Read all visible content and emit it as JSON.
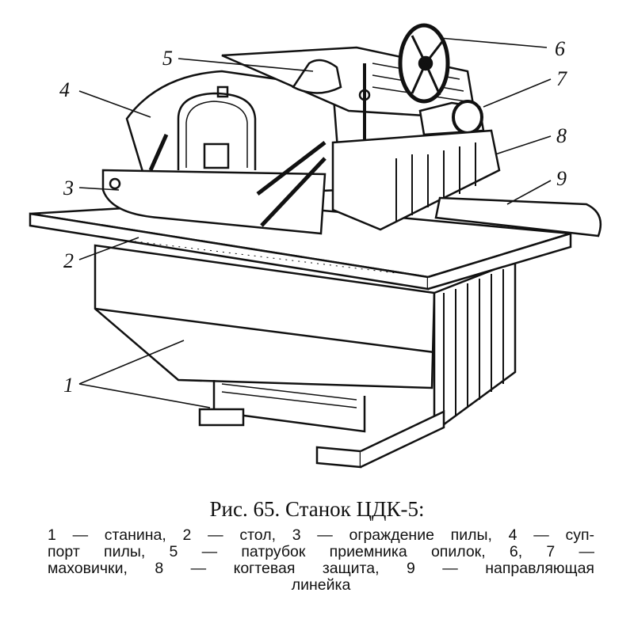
{
  "figure": {
    "labels": [
      "1",
      "2",
      "3",
      "4",
      "5",
      "6",
      "7",
      "8",
      "9"
    ],
    "title": "Рис. 65. Станок ЦДК-5:",
    "legend_lines": [
      "1 — станина, 2 — стол, 3 — ограждение пилы, 4 — суп-",
      "порт пилы, 5 — патрубок приемника опилок, 6, 7 —",
      "маховички, 8 — когтевая защита, 9 — направляющая",
      "линейка"
    ]
  }
}
